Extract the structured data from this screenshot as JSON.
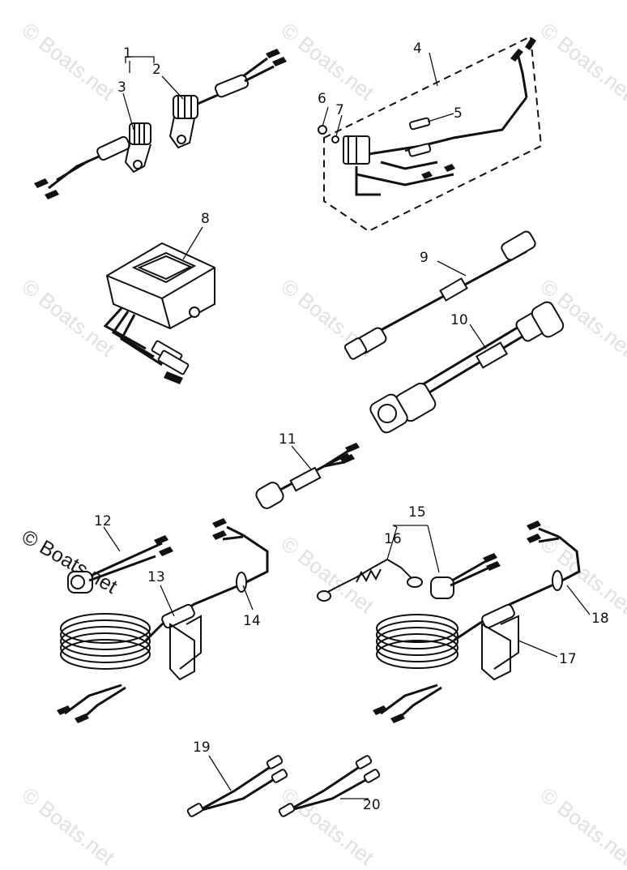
{
  "watermark": {
    "text": "© Boats.net",
    "highlight_text": "© Boats.net"
  },
  "callouts": [
    "1",
    "2",
    "3",
    "4",
    "5",
    "6",
    "7",
    "8",
    "9",
    "10",
    "11",
    "12",
    "13",
    "14",
    "15",
    "16",
    "17",
    "18",
    "19",
    "20"
  ],
  "colors": {
    "ink": "#111111",
    "background": "#ffffff",
    "watermark": "#c8c8c8"
  }
}
